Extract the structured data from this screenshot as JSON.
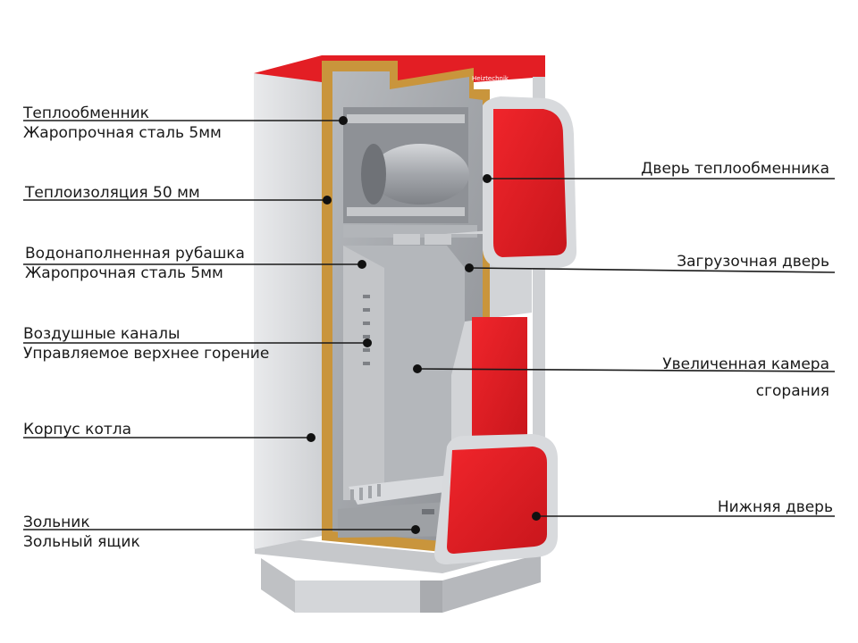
{
  "labels": {
    "heat_exchanger": {
      "line1": "Теплообменник",
      "line2": "Жаропрочная сталь 5мм"
    },
    "insulation": {
      "line1": "Теплоизоляция 50 мм"
    },
    "water_jacket": {
      "line1": "Водонаполненная рубашка",
      "line2": "Жаропрочная сталь 5мм"
    },
    "air_channels": {
      "line1": "Воздушные каналы",
      "line2": "Управляемое верхнее горение"
    },
    "boiler_body": {
      "line1": "Корпус котла"
    },
    "ash_pan": {
      "line1": "Зольник",
      "line2": "Зольный ящик"
    },
    "heat_exchanger_door": {
      "line1": "Дверь теплообменника"
    },
    "loading_door": {
      "line1": "Загрузочная дверь"
    },
    "combustion_chamber": {
      "line1": "Увеличенная камера",
      "line2": "сгорания"
    },
    "lower_door": {
      "line1": "Нижняя дверь"
    }
  },
  "brand": "Heiztechnik",
  "colors": {
    "accent_red": "#e31e24",
    "insulation_tan": "#c9953c",
    "steel_grey": "#9a9da2",
    "leader_line": "#1a1a1a"
  }
}
